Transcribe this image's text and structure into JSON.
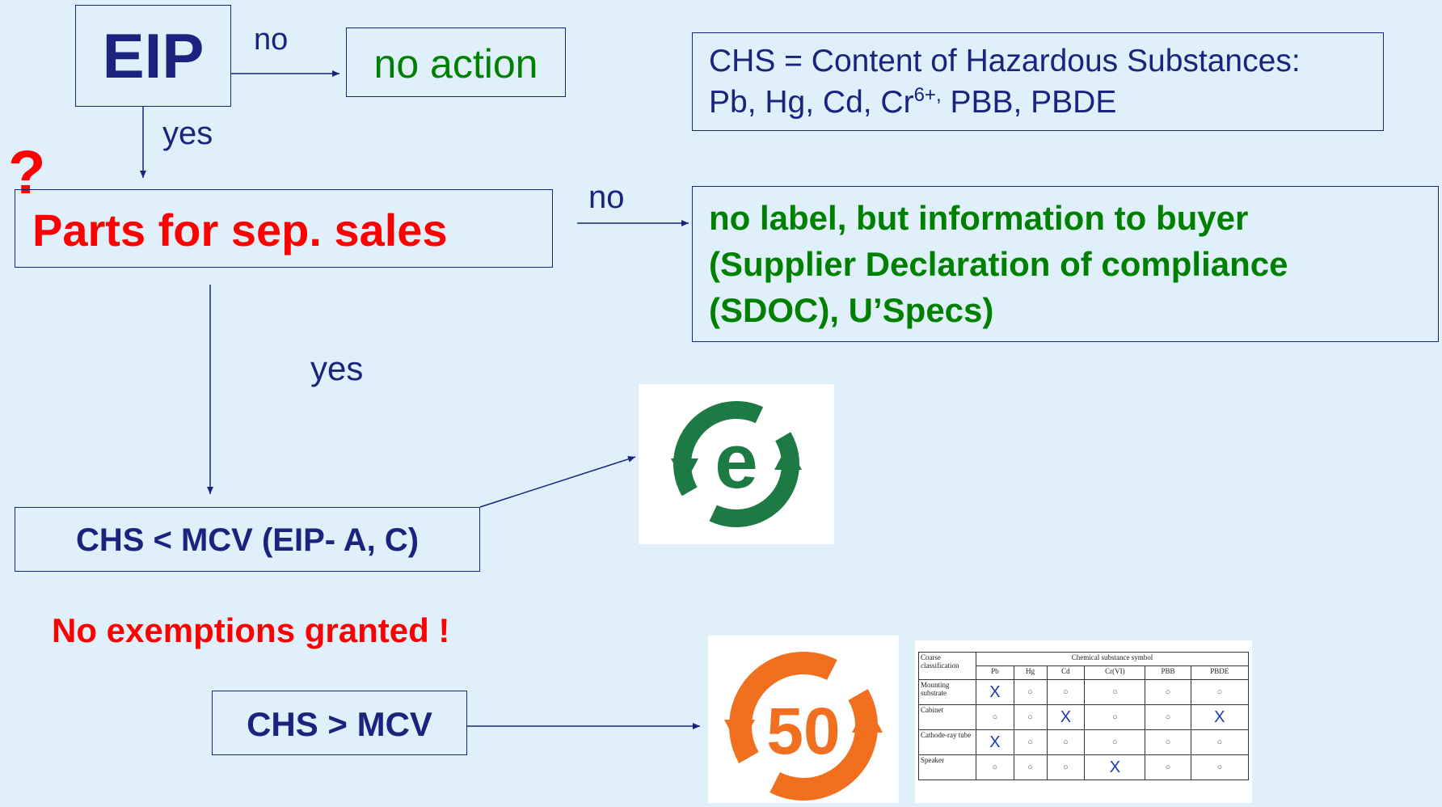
{
  "boxes": {
    "eip": "EIP",
    "no_action": "no action",
    "parts": "Parts for sep. sales",
    "chs_lt": "CHS < MCV (EIP- A, C)",
    "chs_gt": "CHS > MCV"
  },
  "labels": {
    "no1": "no",
    "yes1": "yes",
    "no2": "no",
    "yes2": "yes",
    "question": "?",
    "exemptions": "No exemptions granted !"
  },
  "definition": {
    "line1": "CHS = Content of Hazardous Substances:",
    "line2_pre": "Pb, Hg, Cd, Cr",
    "line2_sup": "6+,",
    "line2_post": " PBB, PBDE"
  },
  "info_box": {
    "line1": "no label,  but information to buyer",
    "line2": "(Supplier Declaration of compliance",
    "line3": "(SDOC), U’Specs)"
  },
  "logos": {
    "e_logo_letter": "e",
    "fifty_logo_text": "50"
  },
  "table": {
    "corner": "Coarse classification",
    "group_header": "Chemical substance symbol",
    "columns": [
      "Pb",
      "Hg",
      "Cd",
      "Cr(VI)",
      "PBB",
      "PBDE"
    ],
    "rows": [
      {
        "label": "Mounting substrate",
        "cells": [
          "X",
          "○",
          "○",
          "○",
          "○",
          "○"
        ]
      },
      {
        "label": "Cabinet",
        "cells": [
          "○",
          "○",
          "X",
          "○",
          "○",
          "X"
        ]
      },
      {
        "label": "Cathode-ray tube",
        "cells": [
          "X",
          "○",
          "○",
          "○",
          "○",
          "○"
        ]
      },
      {
        "label": "Speaker",
        "cells": [
          "○",
          "○",
          "○",
          "X",
          "○",
          "○"
        ]
      }
    ]
  },
  "colors": {
    "background": "#dff0fa",
    "navy": "#1a237e",
    "red": "#ff0000",
    "green": "#008000",
    "logo_green": "#1e7a45",
    "logo_orange": "#f07020"
  }
}
